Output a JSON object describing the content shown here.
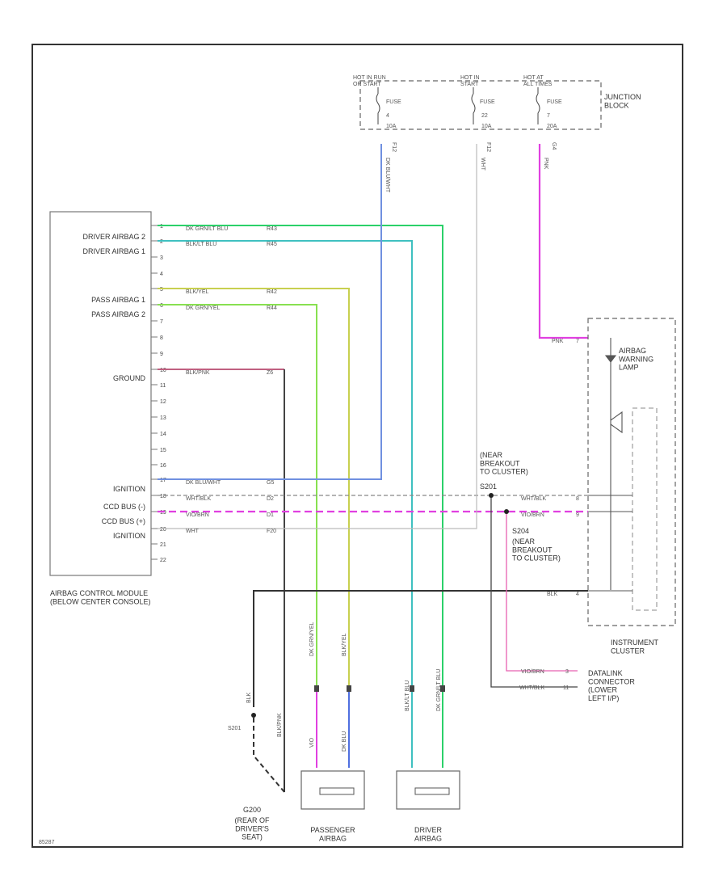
{
  "fuses": [
    {
      "title": "HOT IN RUN\nOR START",
      "fuse": "FUSE",
      "num": "4",
      "amp": "10A",
      "circuit": "F12"
    },
    {
      "title": "HOT IN\nSTART",
      "fuse": "FUSE",
      "num": "22",
      "amp": "10A",
      "circuit": "F12"
    },
    {
      "title": "HOT AT\nALL TIMES",
      "fuse": "FUSE",
      "num": "7",
      "amp": "20A",
      "circuit": "G4"
    }
  ],
  "junction_block": "JUNCTION\nBLOCK",
  "module": {
    "labels": [
      "DRIVER AIRBAG 2",
      "DRIVER AIRBAG 1",
      "PASS AIRBAG 1",
      "PASS AIRBAG 2",
      "GROUND",
      "IGNITION",
      "CCD BUS (-)",
      "CCD BUS (+)",
      "IGNITION"
    ],
    "pins": [
      "1",
      "2",
      "3",
      "4",
      "5",
      "6",
      "7",
      "8",
      "9",
      "10",
      "11",
      "12",
      "13",
      "14",
      "15",
      "16",
      "17",
      "18",
      "19",
      "20",
      "21",
      "22"
    ],
    "caption": "AIRBAG CONTROL MODULE\n(BELOW CENTER CONSOLE)"
  },
  "wires": [
    {
      "pin": "1",
      "color_text": "DK GRN/LT BLU",
      "circuit": "R43",
      "color": "#2bd16a"
    },
    {
      "pin": "2",
      "color_text": "BLK/LT BLU",
      "circuit": "R45",
      "color": "#3fc0c0"
    },
    {
      "pin": "5",
      "color_text": "BLK/YEL",
      "circuit": "R42",
      "color": "#c8d050"
    },
    {
      "pin": "6",
      "color_text": "DK GRN/YEL",
      "circuit": "R44",
      "color": "#88e050"
    },
    {
      "pin": "10",
      "color_text": "BLK/PNK",
      "circuit": "Z6",
      "color": "#c06080"
    },
    {
      "pin": "17",
      "color_text": "DK BLU/WHT",
      "circuit": "G5",
      "color": "#7090e0"
    },
    {
      "pin": "18",
      "color_text": "WHT/BLK",
      "circuit": "D2",
      "color": "#999999"
    },
    {
      "pin": "19",
      "color_text": "VIO/BRN",
      "circuit": "D1",
      "color": "#e040e0"
    },
    {
      "pin": "20",
      "color_text": "WHT",
      "circuit": "F20",
      "color": "#bbbbbb"
    }
  ],
  "vertical_wire_labels": [
    "DK BLU/WHT",
    "WHT",
    "PNK",
    "BLK/LT BLU",
    "DK GRN/LT BLU",
    "DK GRN/YEL",
    "BLK/YEL",
    "BLK/PNK",
    "BLK",
    "VIO",
    "DK BLU",
    "BLK/LT BLU",
    "DK GRN/LT BLU"
  ],
  "breakouts": {
    "top": "(NEAR\nBREAKOUT\nTO CLUSTER)",
    "top_id": "S201",
    "bottom_id": "S204",
    "bottom": "(NEAR\nBREAKOUT\nTO CLUSTER)"
  },
  "cluster": {
    "lamp": "AIRBAG\nWARNING\nLAMP",
    "caption": "INSTRUMENT\nCLUSTER",
    "wire_labels": [
      "PNK",
      "WHT/BLK",
      "VIO/BRN",
      "BLK"
    ],
    "pins": [
      "7",
      "8",
      "9",
      "4"
    ]
  },
  "datalink": {
    "caption": "DATALINK\nCONNECTOR\n(LOWER\nLEFT I/P)",
    "wires": [
      "VIO/BRN",
      "WHT/BLK"
    ],
    "pins": [
      "3",
      "11"
    ]
  },
  "ground": {
    "splice": "S201",
    "id": "G200",
    "caption": "(REAR OF\nDRIVER'S\nSEAT)"
  },
  "airbags": [
    {
      "caption": "PASSENGER\nAIRBAG"
    },
    {
      "caption": "DRIVER\nAIRBAG"
    }
  ],
  "footer_code": "85287"
}
